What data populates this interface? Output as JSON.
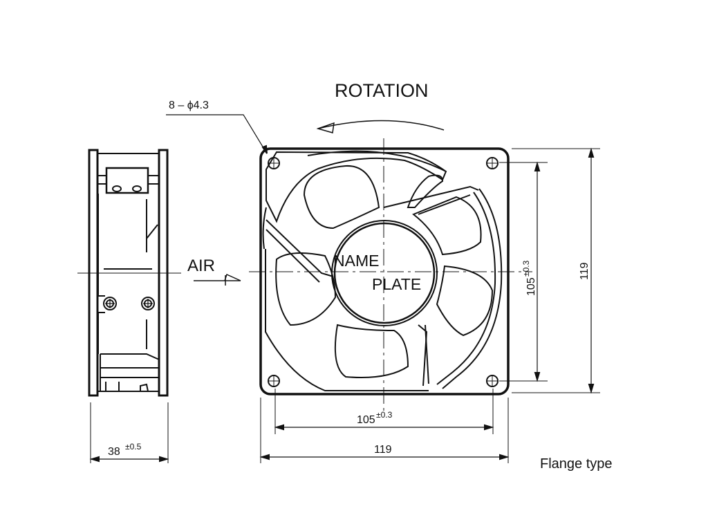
{
  "title": "ROTATION",
  "hole_callout": "8 – ϕ4.3",
  "airflow_label": "AIR",
  "nameplate": {
    "line1": "NAME",
    "line2": "PLATE"
  },
  "dimensions": {
    "side_depth": {
      "value": "38",
      "tolerance": "±0.5"
    },
    "hole_pitch_horizontal": {
      "value": "105",
      "tolerance": "±0.3"
    },
    "overall_width": {
      "value": "119"
    },
    "hole_pitch_vertical": {
      "value": "105",
      "tolerance": "±0.3"
    },
    "overall_height": {
      "value": "119"
    }
  },
  "caption": "Flange type",
  "colors": {
    "line": "#111111",
    "background": "#ffffff"
  }
}
